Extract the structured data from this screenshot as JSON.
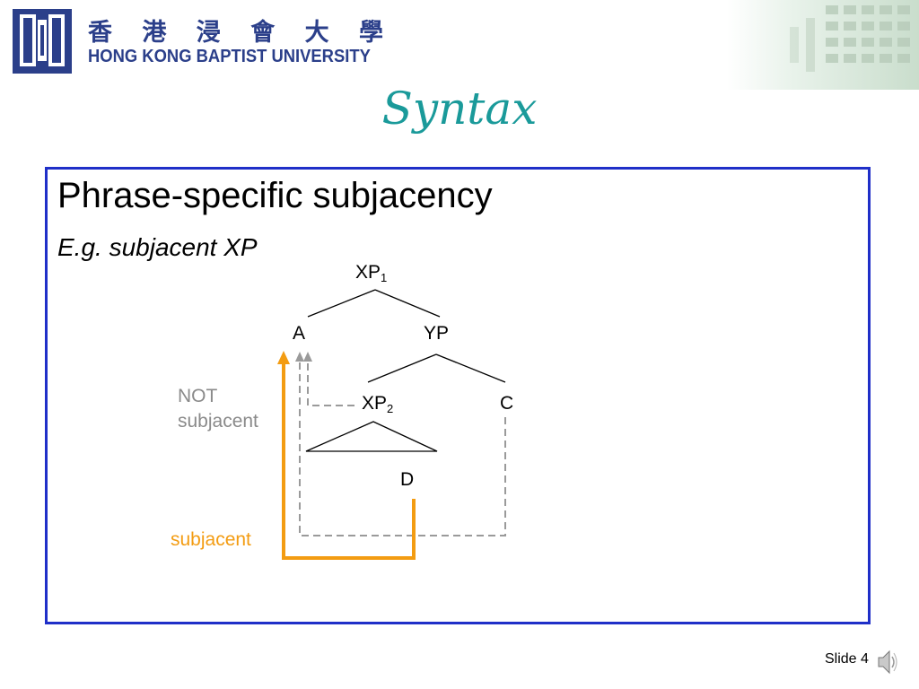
{
  "header": {
    "university_chinese": "香 港 浸 會 大 學",
    "university_english": "HONG KONG BAPTIST UNIVERSITY"
  },
  "slide": {
    "title": "Syntax",
    "heading": "Phrase-specific subjacency",
    "subheading": "E.g. subjacent XP",
    "footer": "Slide 4"
  },
  "tree": {
    "root": {
      "label": "XP",
      "sub": "1"
    },
    "a": "A",
    "yp": "YP",
    "xp2": {
      "label": "XP",
      "sub": "2"
    },
    "c": "C",
    "d": "D"
  },
  "annotations": {
    "not_subjacent_line1": "NOT",
    "not_subjacent_line2": "subjacent",
    "subjacent": "subjacent"
  },
  "colors": {
    "brand_blue": "#2b3f8a",
    "title_teal": "#1a9a9a",
    "frame_blue": "#1f2fc8",
    "subjacent_orange": "#f39c12",
    "not_subjacent_gray": "#8a8a8a"
  },
  "icons": [
    "university-logo-icon",
    "speaker-icon"
  ]
}
